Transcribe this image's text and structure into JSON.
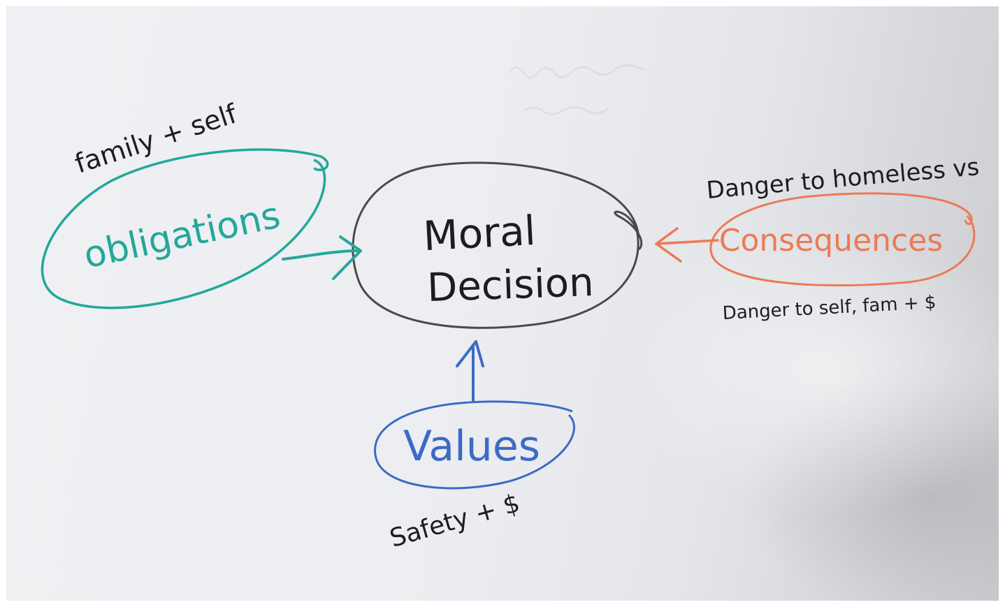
{
  "center_node": {
    "line1": "Moral",
    "line2": "Decision",
    "color": "#4a4a4c"
  },
  "obligations_node": {
    "label": "obligations",
    "note": "family + self",
    "color": "#24a79a"
  },
  "values_node": {
    "label": "Values",
    "note": "Safety + $",
    "color": "#3c6bc4"
  },
  "consequences_node": {
    "label": "Consequences",
    "note_top": "Danger to homeless vs",
    "note_bottom": "Danger to self, fam + $",
    "color": "#ec7a55"
  },
  "arrows": [
    "obligations-to-decision",
    "values-to-decision",
    "consequences-to-decision"
  ]
}
